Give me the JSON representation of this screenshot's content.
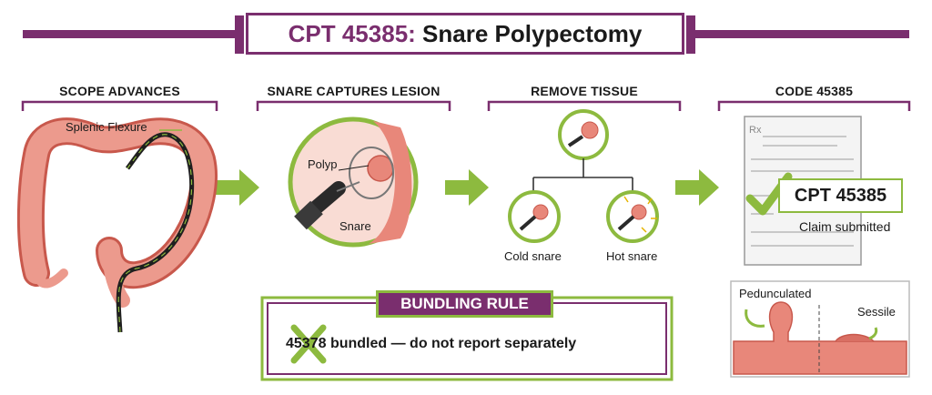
{
  "title": {
    "code": "CPT 45385:",
    "rest": "Snare Polypectomy"
  },
  "steps": [
    {
      "heading": "SCOPE ADVANCES"
    },
    {
      "heading": "SNARE CAPTURES LESION"
    },
    {
      "heading": "REMOVE TISSUE"
    },
    {
      "heading": "CODE 45385"
    }
  ],
  "scope": {
    "label": "Splenic Flexure"
  },
  "snare": {
    "polyp_label": "Polyp",
    "snare_label": "Snare"
  },
  "remove": {
    "cold_label": "Cold snare",
    "hot_label": "Hot snare"
  },
  "code": {
    "rx_mark": "Rx",
    "cpt_badge": "CPT 45385",
    "status": "Claim submitted"
  },
  "bundling": {
    "badge": "BUNDLING RULE",
    "code": "45378",
    "text": "45378 bundled — do not report separately"
  },
  "morphology": {
    "pedunculated": "Pedunculated",
    "sessile": "Sessile"
  },
  "colors": {
    "purple": "#7a2e6e",
    "green": "#8dba3f",
    "tissue": "#e8877a",
    "tissue_dark": "#c8584c"
  },
  "icons": [
    "arrow-right-icon",
    "check-icon",
    "x-icon",
    "scope-icon",
    "snare-icon",
    "polyp-icon",
    "claim-form-icon"
  ]
}
